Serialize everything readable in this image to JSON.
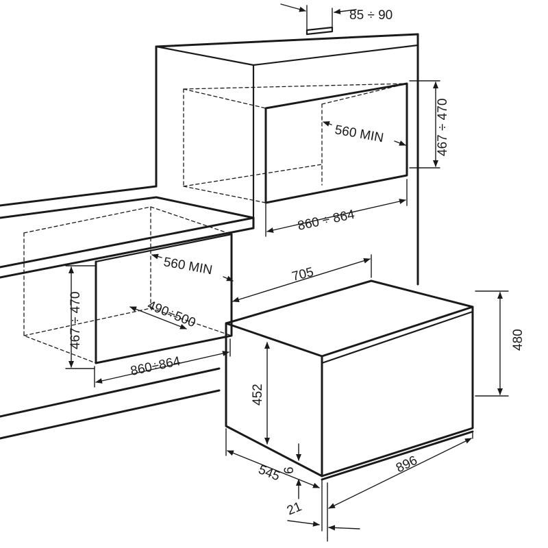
{
  "labels": {
    "niche_depth_top": "85 ÷ 90",
    "wall_height": "467 ÷ 470",
    "wall_depth": "560 MIN",
    "wall_width": "860 ÷ 864",
    "under_height": "467 ÷ 470",
    "under_depth": "560 MIN",
    "under_inner_depth": "490÷500",
    "under_width": "860÷864",
    "oven_depth_top": "705",
    "oven_height_total": "480",
    "oven_body_height": "452",
    "oven_width": "896",
    "oven_depth": "545",
    "oven_offset": "6",
    "oven_front": "21"
  },
  "colors": {
    "line": "#1a1a1a",
    "background": "#ffffff"
  }
}
